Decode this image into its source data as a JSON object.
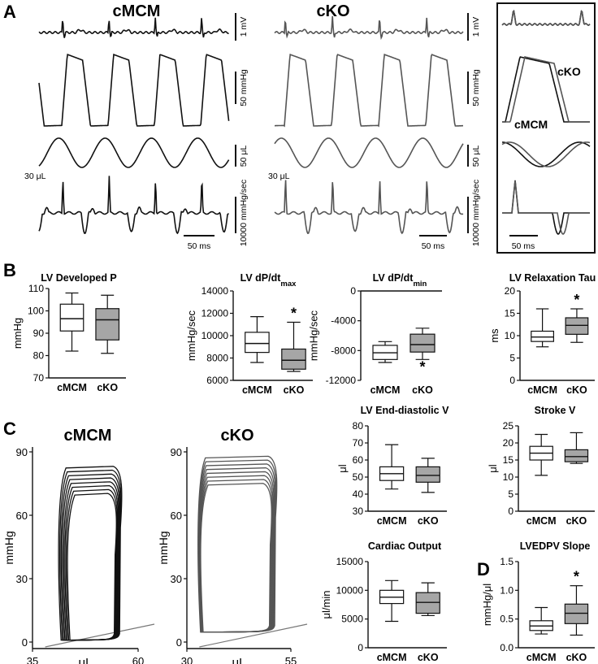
{
  "panels": {
    "A": {
      "letter": "A",
      "groups": [
        "cMCM",
        "cKO"
      ],
      "scalebars": [
        "1 mV",
        "50 mmHg",
        "50 μL",
        "10000 mmHg/sec"
      ],
      "volume_offset": "30 μL",
      "time_scale": "50 ms",
      "overlay_labels": [
        "cKO",
        "cMCM"
      ]
    },
    "B": {
      "letter": "B"
    },
    "C": {
      "letter": "C",
      "loops": [
        {
          "title": "cMCM",
          "xlabel": "μL",
          "ylabel": "mmHg",
          "xticks": [
            "35",
            "60"
          ],
          "yticks": [
            "0",
            "30",
            "60",
            "90"
          ]
        },
        {
          "title": "cKO",
          "xlabel": "μL",
          "ylabel": "mmHg",
          "xticks": [
            "30",
            "55"
          ],
          "yticks": [
            "0",
            "30",
            "60",
            "90"
          ]
        }
      ]
    },
    "D": {
      "letter": "D"
    }
  },
  "colors": {
    "cMCM_box": "#ffffff",
    "cKO_box": "#a6a6a6",
    "trace_cMCM": "#111111",
    "trace_cKO": "#555555"
  },
  "chart_data": [
    {
      "type": "box",
      "title": "LV Developed P",
      "ylabel": "mmHg",
      "ylim": [
        70,
        110
      ],
      "yticks": [
        70,
        80,
        90,
        100,
        110
      ],
      "categories": [
        "cMCM",
        "cKO"
      ],
      "boxes": [
        {
          "min": 82,
          "q1": 91,
          "median": 96.5,
          "q3": 103,
          "max": 108,
          "sig": ""
        },
        {
          "min": 81,
          "q1": 87,
          "median": 96,
          "q3": 101,
          "max": 107,
          "sig": ""
        }
      ]
    },
    {
      "type": "box",
      "title": "LV dP/dt",
      "title_sub": "max",
      "ylabel": "mmHg/sec",
      "ylim": [
        6000,
        14000
      ],
      "yticks": [
        6000,
        8000,
        10000,
        12000,
        14000
      ],
      "categories": [
        "cMCM",
        "cKO"
      ],
      "boxes": [
        {
          "min": 7600,
          "q1": 8500,
          "median": 9300,
          "q3": 10300,
          "max": 11700,
          "sig": ""
        },
        {
          "min": 6800,
          "q1": 7000,
          "median": 7800,
          "q3": 8800,
          "max": 11200,
          "sig": "*"
        }
      ]
    },
    {
      "type": "box",
      "title": "LV dP/dt",
      "title_sub": "min",
      "ylabel": "mmHg/sec",
      "ylim": [
        -12000,
        0
      ],
      "yticks": [
        -12000,
        -8000,
        -4000,
        0
      ],
      "categories": [
        "cMCM",
        "cKO"
      ],
      "boxes": [
        {
          "min": -9600,
          "q1": -9200,
          "median": -8300,
          "q3": -7300,
          "max": -6800,
          "sig": ""
        },
        {
          "min": -9200,
          "q1": -8200,
          "median": -7200,
          "q3": -5800,
          "max": -5000,
          "sig": "*"
        }
      ]
    },
    {
      "type": "box",
      "title": "LV Relaxation Tau",
      "ylabel": "ms",
      "ylim": [
        0,
        20
      ],
      "yticks": [
        0,
        5,
        10,
        15,
        20
      ],
      "categories": [
        "cMCM",
        "cKO"
      ],
      "boxes": [
        {
          "min": 7.5,
          "q1": 8.7,
          "median": 9.7,
          "q3": 11,
          "max": 16,
          "sig": ""
        },
        {
          "min": 8.5,
          "q1": 10.3,
          "median": 12.3,
          "q3": 14,
          "max": 16,
          "sig": "*"
        }
      ]
    },
    {
      "type": "box",
      "title": "LV End-diastolic V",
      "ylabel": "μl",
      "ylim": [
        30,
        80
      ],
      "yticks": [
        30,
        40,
        50,
        60,
        70,
        80
      ],
      "categories": [
        "cMCM",
        "cKO"
      ],
      "boxes": [
        {
          "min": 43,
          "q1": 48,
          "median": 52,
          "q3": 56,
          "max": 69,
          "sig": ""
        },
        {
          "min": 41,
          "q1": 47,
          "median": 51,
          "q3": 56,
          "max": 61,
          "sig": ""
        }
      ]
    },
    {
      "type": "box",
      "title": "Stroke V",
      "ylabel": "μl",
      "ylim": [
        0,
        25
      ],
      "yticks": [
        0,
        5,
        10,
        15,
        20,
        25
      ],
      "categories": [
        "cMCM",
        "cKO"
      ],
      "boxes": [
        {
          "min": 10.5,
          "q1": 15,
          "median": 17,
          "q3": 19,
          "max": 22.5,
          "sig": ""
        },
        {
          "min": 14,
          "q1": 14.5,
          "median": 16,
          "q3": 18,
          "max": 23,
          "sig": ""
        }
      ]
    },
    {
      "type": "box",
      "title": "Cardiac Output",
      "ylabel": "μl/min",
      "ylim": [
        0,
        15000
      ],
      "yticks": [
        0,
        5000,
        10000,
        15000
      ],
      "categories": [
        "cMCM",
        "cKO"
      ],
      "boxes": [
        {
          "min": 4600,
          "q1": 7700,
          "median": 8800,
          "q3": 10000,
          "max": 11700,
          "sig": ""
        },
        {
          "min": 5600,
          "q1": 6000,
          "median": 7900,
          "q3": 9600,
          "max": 11300,
          "sig": ""
        }
      ]
    },
    {
      "type": "box",
      "title": "LVEDPV Slope",
      "ylabel": "mmHg/μl",
      "ylim": [
        0,
        1.5
      ],
      "yticks": [
        0.0,
        0.5,
        1.0,
        1.5
      ],
      "categories": [
        "cMCM",
        "cKO"
      ],
      "boxes": [
        {
          "min": 0.24,
          "q1": 0.3,
          "median": 0.38,
          "q3": 0.47,
          "max": 0.7,
          "sig": ""
        },
        {
          "min": 0.22,
          "q1": 0.42,
          "median": 0.6,
          "q3": 0.76,
          "max": 1.08,
          "sig": "*"
        }
      ]
    }
  ]
}
